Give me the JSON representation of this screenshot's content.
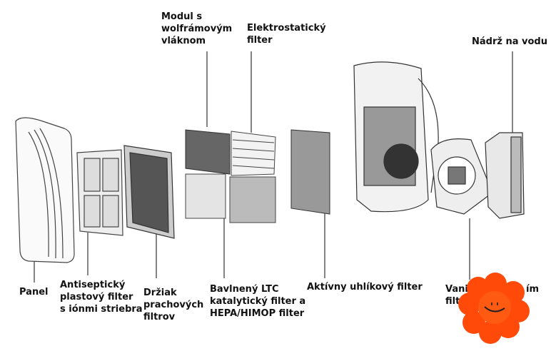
{
  "labels": {
    "module": [
      "Modul s",
      "wolfrámovým",
      "vláknom"
    ],
    "electrostatic": [
      "Elektrostatický",
      "filter"
    ],
    "water_tank": [
      "Nádrž na vodu"
    ],
    "panel": [
      "Panel"
    ],
    "antiseptic": [
      "Antiseptický",
      "plastový filter",
      "s iónmi striebra"
    ],
    "holder": [
      "Držiak",
      "prachových",
      "filtrov"
    ],
    "cotton": [
      "Bavlnený LTC",
      "katalytický filter a",
      "HEPA/HIMOP filter"
    ],
    "carbon": [
      "Aktívny uhlíkový filter"
    ],
    "partial": [
      "Vani",
      "ím",
      "filt"
    ]
  },
  "colors": {
    "line": "#333333",
    "flower": "#ff4a0a",
    "flower_center": "#ff5a12"
  },
  "icons": {
    "overlay": "smiling-flower-icon"
  }
}
